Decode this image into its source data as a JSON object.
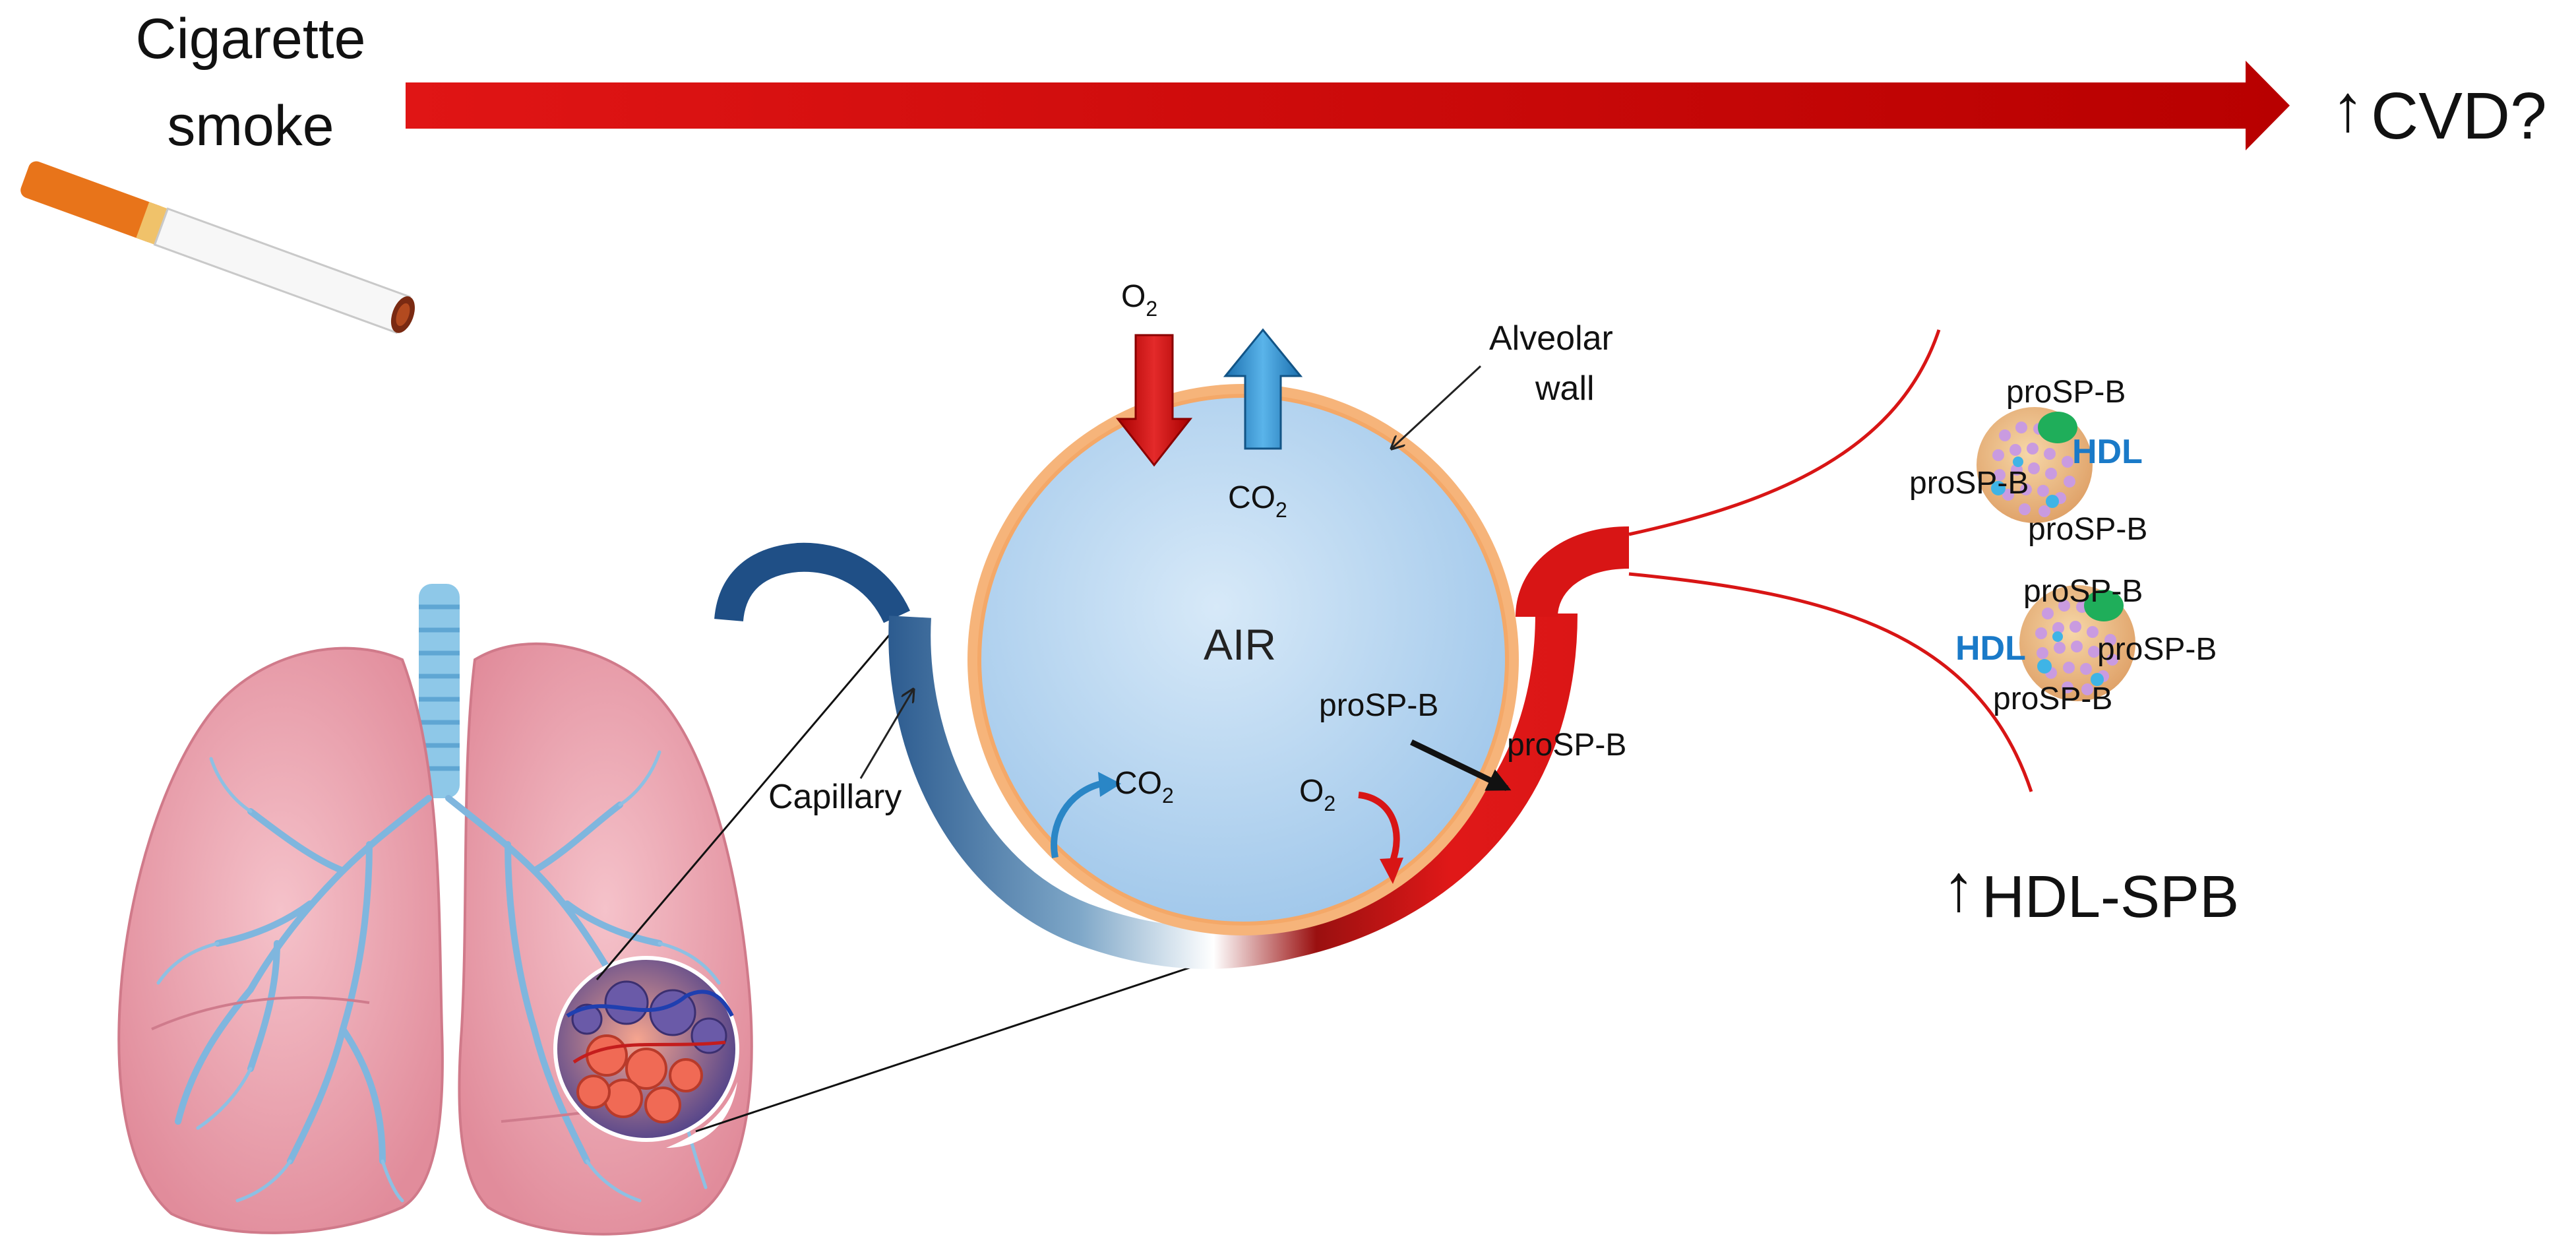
{
  "header": {
    "cause_line1": "Cigarette",
    "cause_line2": "smoke",
    "outcome_arrow": "↑",
    "outcome": "CVD?"
  },
  "alveolus": {
    "air_label": "AIR",
    "wall_label_line1": "Alveolar",
    "wall_label_line2": "wall",
    "capillary_label": "Capillary",
    "o2_in_label": "O",
    "co2_out_label": "CO",
    "co2_exchange_label": "CO",
    "o2_exchange_label": "O",
    "subscript_2": "2",
    "prosp_b_inside": "proSP-B",
    "prosp_b_outside": "proSP-B"
  },
  "hdl_particles": {
    "particle_1": {
      "hdl": "HDL",
      "top": "proSP-B",
      "left": "proSP-B",
      "bottom": "proSP-B"
    },
    "particle_2": {
      "hdl": "HDL",
      "top": "proSP-B",
      "right": "proSP-B",
      "bottom": "proSP-B"
    }
  },
  "result": {
    "arrow": "↑",
    "label": "HDL-SPB"
  },
  "colors": {
    "smoke_arrow": "#d40000",
    "alveolus_fill": "#bcd9f2",
    "alveolar_wall": "#f2a25a",
    "venous_blue": "#1f4f86",
    "arterial_red": "#d81515",
    "hdl_text": "#1a7ac8",
    "lung_pink": "#eba1ae"
  }
}
